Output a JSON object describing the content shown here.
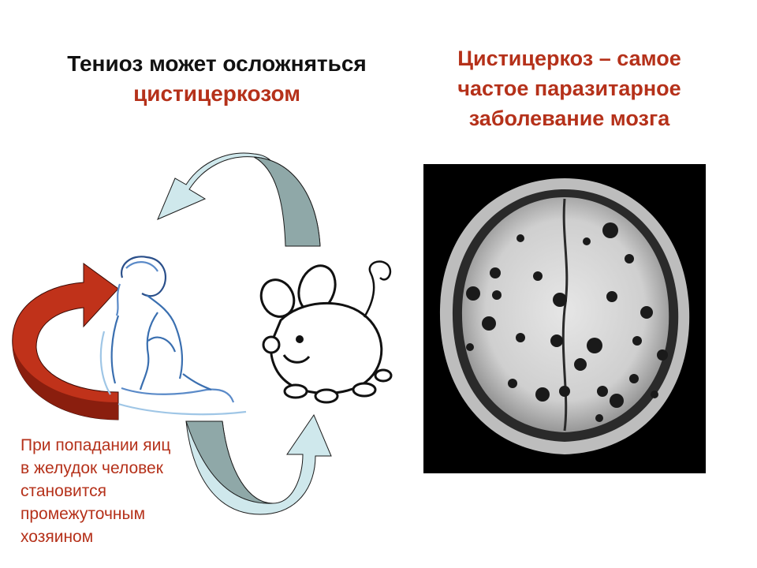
{
  "title_left": {
    "line1": "Тениоз может осложняться",
    "line2": "цистицеркозом"
  },
  "title_right": {
    "line1": "Цистицеркоз – самое",
    "line2": "частое паразитарное",
    "line3": "заболевание мозга"
  },
  "caption": {
    "line1": "При попадании яиц",
    "line2": "в желудок человек",
    "line3": "становится",
    "line4": "промежуточным",
    "line5": "хозяином"
  },
  "colors": {
    "heading_red": "#b5311a",
    "arrow_red": "#c0321a",
    "arrow_light": "#cfe8ec",
    "arrow_dark": "#8fa8a8",
    "figure_blue": "#3a6fb0",
    "mri_background": "#000000"
  },
  "icons": [
    "red-curved-arrow-icon",
    "teal-cycle-arrow-icon",
    "seated-woman-figure-icon",
    "mouse-drawing-icon",
    "brain-mri-scan-image"
  ]
}
